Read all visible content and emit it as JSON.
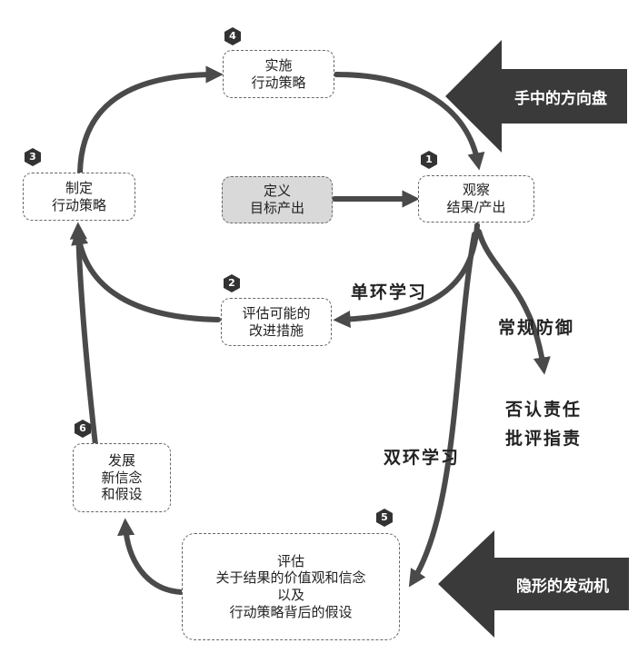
{
  "steps": [
    {
      "number": "1",
      "lines": [
        "观察",
        "结果/产出"
      ]
    },
    {
      "number": "2",
      "lines": [
        "评估可能的",
        "改进措施"
      ]
    },
    {
      "number": "3",
      "lines": [
        "制定",
        "行动策略"
      ]
    },
    {
      "number": "4",
      "lines": [
        "实施",
        "行动策略"
      ]
    },
    {
      "number": "5",
      "lines": [
        "评估",
        "关于结果的价值观和信念",
        "以及",
        "行动策略背后的假设"
      ]
    },
    {
      "number": "6",
      "lines": [
        "发展",
        "新信念",
        "和假设"
      ]
    }
  ],
  "goal_box": {
    "lines": [
      "定义",
      "目标产出"
    ]
  },
  "labels": {
    "single_loop": "单环学习",
    "double_loop": "双环学习",
    "defense": "常规防御",
    "reactions": [
      "否认责任",
      "批评指责"
    ]
  },
  "side_arrows": {
    "steering_wheel": "手中的方向盘",
    "hidden_engine": "隐形的发动机"
  },
  "colors": {
    "arrow": "#4a4a4a",
    "badge": "#333333",
    "shaded_box": "#d9d9d9"
  }
}
